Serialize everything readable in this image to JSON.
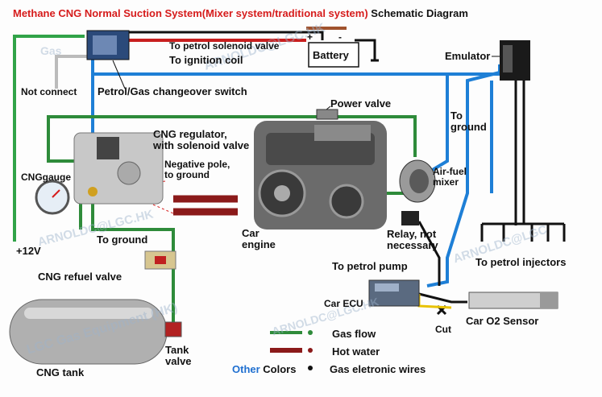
{
  "title": {
    "main": "Methane CNG Normal Suction System(Mixer system/traditional system)",
    "suffix": " Schematic Diagram"
  },
  "labels": {
    "to_petrol_solenoid_valve": "To petrol solenoid valve",
    "to_ignition_coil": "To ignition coil",
    "battery": "Battery",
    "battery_plus": "+",
    "battery_minus": "-",
    "emulator": "Emulator",
    "not_connect": "Not connect",
    "changeover_switch": "Petrol/Gas changeover switch",
    "power_valve": "Power valve",
    "to_ground_right": "To\nground",
    "regulator": "CNG regulator,\nwith solenoid valve",
    "negative_pole": "Negative pole,\nto ground",
    "cng_gauge": "CNGgauge",
    "air_fuel_mixer": "Air-fuel\nmixer",
    "car_engine": "Car\nengine",
    "relay": "Relay, not\nnecessary",
    "to_ground_left": "To ground",
    "plus_12v": "+12V",
    "to_petrol_pump": "To petrol pump",
    "to_petrol_injectors": "To petrol injectors",
    "cng_refuel_valve": "CNG refuel valve",
    "car_ecu": "Car ECU",
    "cut": "Cut",
    "car_o2_sensor": "Car O2 Sensor",
    "tank_valve": "Tank\nvalve",
    "cng_tank": "CNG tank"
  },
  "legend": {
    "gas_flow": "Gas flow",
    "hot_water": "Hot water",
    "other": "Other",
    "colors": " Colors",
    "gas_electronic_wires": "Gas eletronic wires"
  },
  "watermarks": {
    "arnoldc_lgc": "ARNOLDC@LGC.HK",
    "lgc_gas_equipment": "LGC Gas Equipment (HK)",
    "arnoldc_short": "ARNOLDC@LGC",
    "gas": "Gas"
  },
  "colors": {
    "gas_flow": "#2e8b3a",
    "hot_water": "#8b1a1a",
    "electric": "#1e7fd6",
    "title_red": "#d61c1c"
  }
}
